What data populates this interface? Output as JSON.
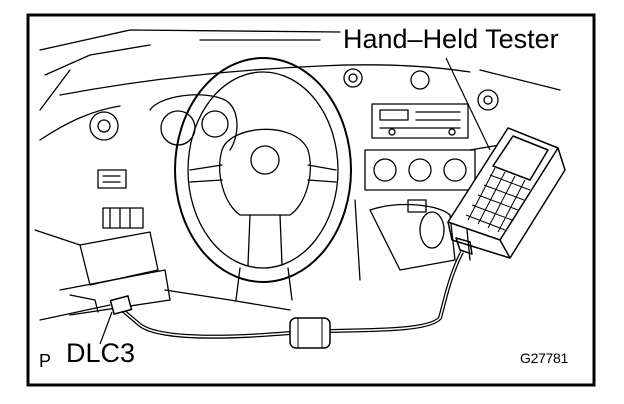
{
  "labels": {
    "tester": "Hand–Held Tester",
    "connector": "DLC3",
    "view_marker": "P",
    "figure_code": "G27781"
  },
  "colors": {
    "ink": "#000000",
    "paper": "#ffffff"
  }
}
